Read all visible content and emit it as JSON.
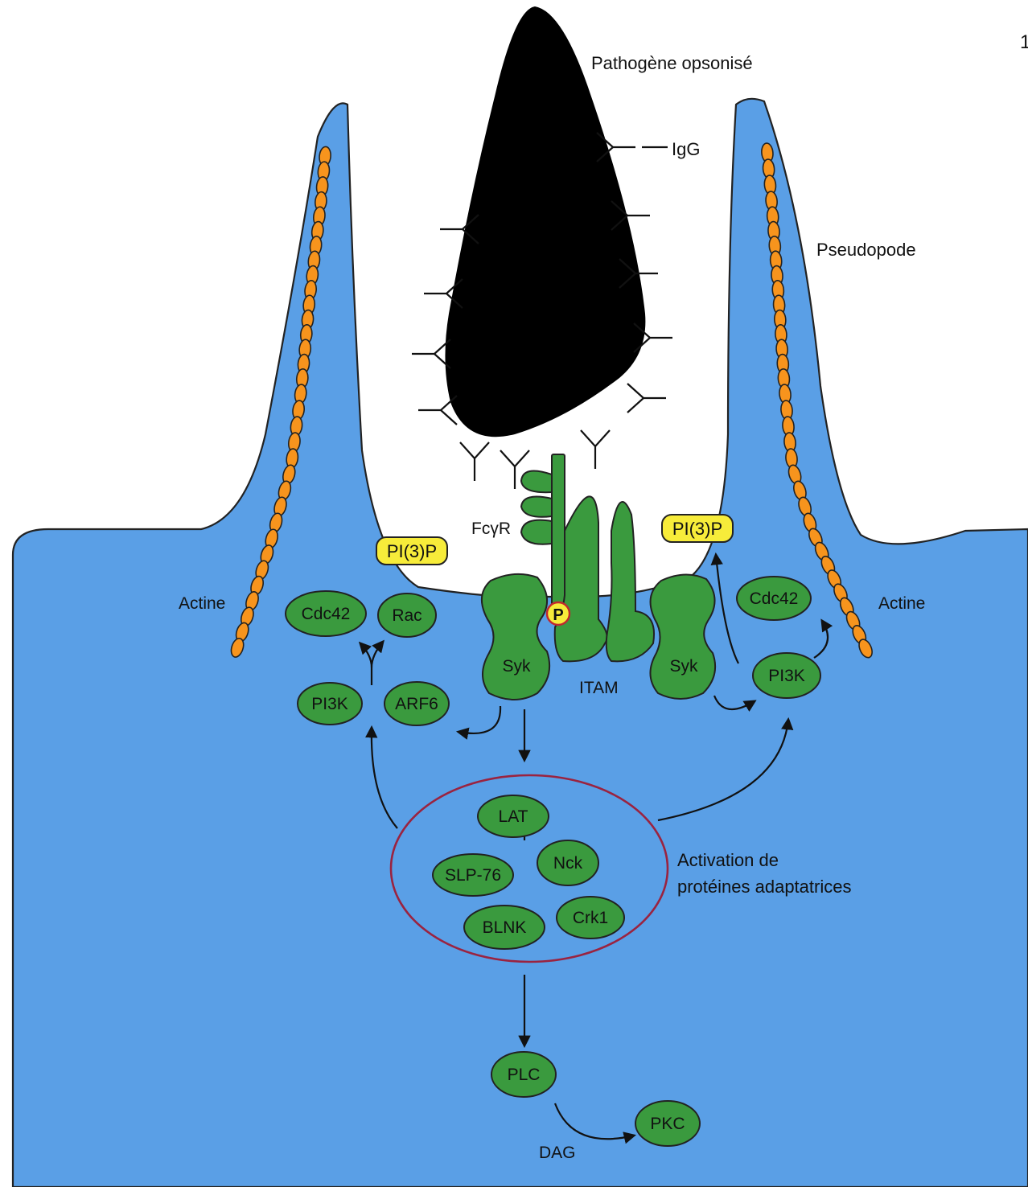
{
  "page_number": "1",
  "labels": {
    "pathogen": "Pathogène opsonisé",
    "igg": "IgG",
    "pseudopode": "Pseudopode",
    "actine_left": "Actine",
    "actine_right": "Actine",
    "fcgr": "FcγR",
    "itam": "ITAM",
    "phospho": "P",
    "adaptor_line1": "Activation de",
    "adaptor_line2": "protéines adaptatrices",
    "dag": "DAG"
  },
  "pips": {
    "left": "PI(3)P",
    "right": "PI(3)P"
  },
  "proteins": {
    "cdc42_left": "Cdc42",
    "rac": "Rac",
    "pi3k_left": "PI3K",
    "arf6": "ARF6",
    "syk_left": "Syk",
    "syk_right": "Syk",
    "cdc42_right": "Cdc42",
    "pi3k_right": "PI3K",
    "lat": "LAT",
    "slp76": "SLP-76",
    "nck": "Nck",
    "blnk": "BLNK",
    "crk1": "Crk1",
    "plc": "PLC",
    "pkc": "PKC"
  },
  "colors": {
    "cytoplasm": "#5a9fe6",
    "protein": "#3a9a3e",
    "pip": "#f7ec3a",
    "actin": "#f7941d",
    "pathogen": "#000000",
    "adaptor_ring": "#9a2340"
  }
}
